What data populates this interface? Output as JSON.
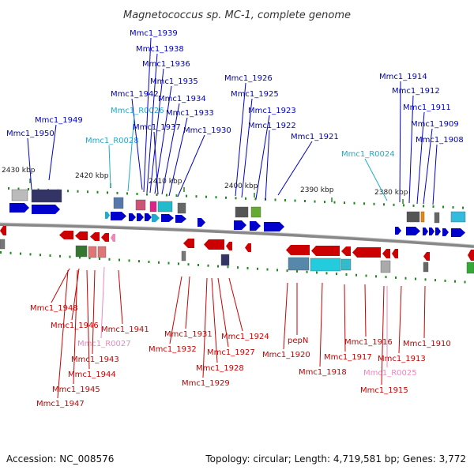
{
  "title": "Magnetococcus sp. MC-1, complete genome",
  "footer": {
    "accession": "Accession: NC_008576",
    "topology": "Topology: circular; Length: 4,719,581 bp; Genes: 3,772"
  },
  "colors": {
    "gene": "#0000cc",
    "rna": "#22aacc",
    "gene_bottom": "#cc0000",
    "rna_bottom": "#ee88bb",
    "backbone": "#888888",
    "tick_mark": "#228822"
  },
  "kbp_ticks": [
    "2430 kbp",
    "2420 kbp",
    "2410 kbp",
    "2400 kbp",
    "2390 kbp",
    "2380 kbp"
  ],
  "top_labels": [
    "Mmc1_1950",
    "Mmc1_1949",
    "Mmc1_R0028",
    "Mmc1_1942",
    "Mmc1_R0026",
    "Mmc1_1939",
    "Mmc1_1938",
    "Mmc1_1936",
    "Mmc1_1935",
    "Mmc1_1934",
    "Mmc1_1937",
    "Mmc1_1933",
    "Mmc1_1930",
    "Mmc1_1926",
    "Mmc1_1925",
    "Mmc1_1923",
    "Mmc1_1922",
    "Mmc1_1921",
    "Mmc1_R0024",
    "Mmc1_1914",
    "Mmc1_1912",
    "Mmc1_1911",
    "Mmc1_1909",
    "Mmc1_1908"
  ],
  "bottom_labels": [
    "Mmc1_1948",
    "Mmc1_1946",
    "Mmc1_1941",
    "Mmc1_R0027",
    "Mmc1_1943",
    "Mmc1_1944",
    "Mmc1_1945",
    "Mmc1_1947",
    "Mmc1_1931",
    "Mmc1_1932",
    "Mmc1_1924",
    "Mmc1_1927",
    "Mmc1_1928",
    "Mmc1_1929",
    "pepN",
    "Mmc1_1920",
    "Mmc1_1918",
    "Mmc1_1917",
    "Mmc1_1916",
    "Mmc1_1910",
    "Mmc1_1913",
    "Mmc1_R0025",
    "Mmc1_1915"
  ]
}
